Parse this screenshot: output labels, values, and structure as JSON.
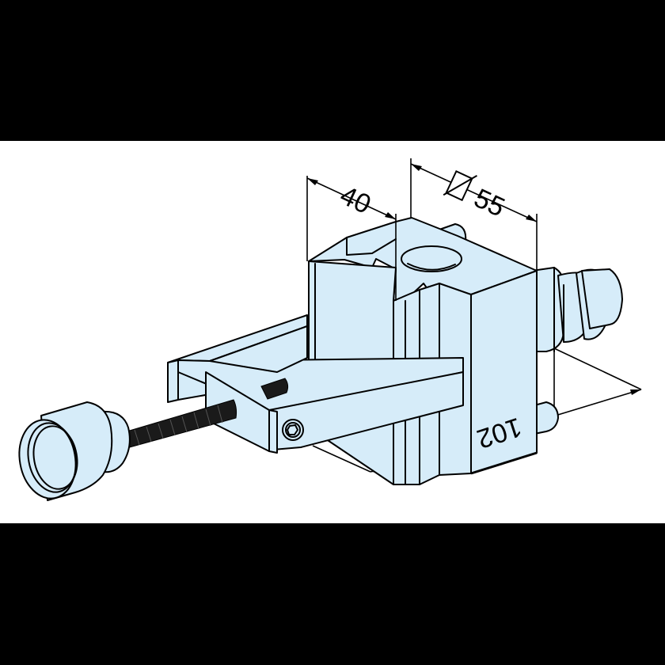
{
  "drawing": {
    "subject": "clamp-fixture-isometric",
    "fill_color": "#d6ecf9",
    "line_color": "#000000",
    "background": "#ffffff",
    "letterbox_color": "#000000"
  },
  "dimensions": {
    "width_a": {
      "label": "40"
    },
    "width_b": {
      "symbol": "◻",
      "slash": "/",
      "label": "55",
      "full": "⌀ 55"
    },
    "length": {
      "label": "102"
    }
  },
  "components": [
    {
      "name": "knob",
      "label": "Knurled thumb knob"
    },
    {
      "name": "threaded-spindle",
      "label": "Threaded spindle"
    },
    {
      "name": "frame",
      "label": "Rectangular frame"
    },
    {
      "name": "body-block",
      "label": "Clamp body block with bore"
    },
    {
      "name": "side-bolt",
      "label": "Side bolt"
    },
    {
      "name": "socket-screw",
      "label": "Hex socket screw"
    }
  ]
}
